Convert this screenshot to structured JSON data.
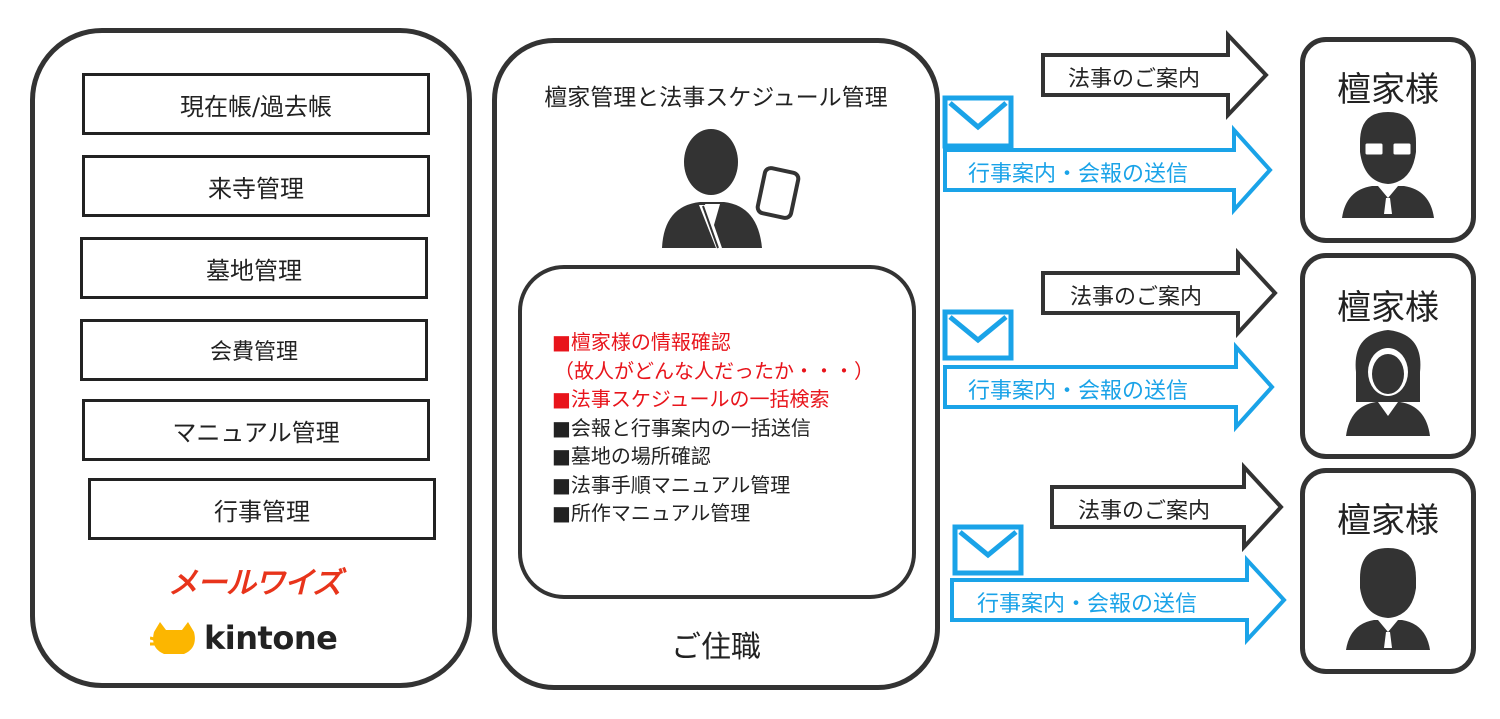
{
  "menu": {
    "items": [
      {
        "label": "現在帳/過去帳"
      },
      {
        "label": "来寺管理"
      },
      {
        "label": "墓地管理"
      },
      {
        "label": "会費管理"
      },
      {
        "label": "マニュアル管理"
      },
      {
        "label": "行事管理"
      }
    ],
    "logos": {
      "mailwise": "メールワイズ",
      "kintone": "kintone"
    }
  },
  "priest": {
    "title": "檀家管理と法事スケジュール管理",
    "role": "ご住職",
    "features": [
      {
        "text": "■檀家様の情報確認",
        "color": "#e8141b"
      },
      {
        "text": "（故人がどんな人だったか・・・）",
        "color": "#e8141b"
      },
      {
        "text": "■法事スケジュールの一括検索",
        "color": "#e8141b"
      },
      {
        "text": "■会報と行事案内の一括送信",
        "color": "#222222"
      },
      {
        "text": "■墓地の場所確認",
        "color": "#222222"
      },
      {
        "text": "■法事手順マニュアル管理",
        "color": "#222222"
      },
      {
        "text": "■所作マニュアル管理",
        "color": "#222222"
      }
    ]
  },
  "flows": [
    {
      "memorial_label": "法事のご案内",
      "newsletter_label": "行事案内・会報の送信"
    },
    {
      "memorial_label": "法事のご案内",
      "newsletter_label": "行事案内・会報の送信"
    },
    {
      "memorial_label": "法事のご案内",
      "newsletter_label": "行事案内・会報の送信"
    }
  ],
  "customers": [
    {
      "label": "檀家様",
      "avatar": "man-glasses-icon"
    },
    {
      "label": "檀家様",
      "avatar": "woman-icon"
    },
    {
      "label": "檀家様",
      "avatar": "man-icon"
    }
  ],
  "colors": {
    "outline": "#333333",
    "blue_arrow": "#1aa3e8",
    "highlight_red": "#e8141b",
    "mailwise_red": "#e8341b",
    "kintone_yellow": "#fcb600",
    "avatar_dark": "#333333"
  }
}
